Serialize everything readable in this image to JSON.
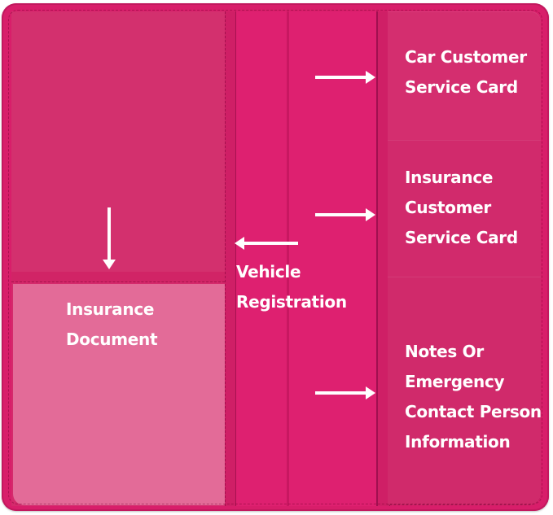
{
  "product": {
    "description": "Pink leather vehicle document organizer, opened flat",
    "colors": {
      "leather": "#d81e6a",
      "pocket_light": "#e36b98",
      "card_slots": "#d42e6f",
      "annotation": "#ffffff"
    }
  },
  "labels": {
    "insurance_document": "Insurance\nDocument",
    "vehicle_registration": "Vehicle\nRegistration",
    "car_customer_service_card": "Car Customer\nService Card",
    "insurance_customer_service_card": "Insurance\nCustomer\nService Card",
    "notes_emergency_contact": "Notes Or\nEmergency\nContact Person\nInformation"
  },
  "arrows": [
    {
      "target": "insurance_document",
      "direction": "down"
    },
    {
      "target": "vehicle_registration",
      "direction": "left"
    },
    {
      "target": "car_customer_service_card",
      "direction": "right"
    },
    {
      "target": "insurance_customer_service_card",
      "direction": "right"
    },
    {
      "target": "notes_emergency_contact",
      "direction": "right"
    }
  ]
}
